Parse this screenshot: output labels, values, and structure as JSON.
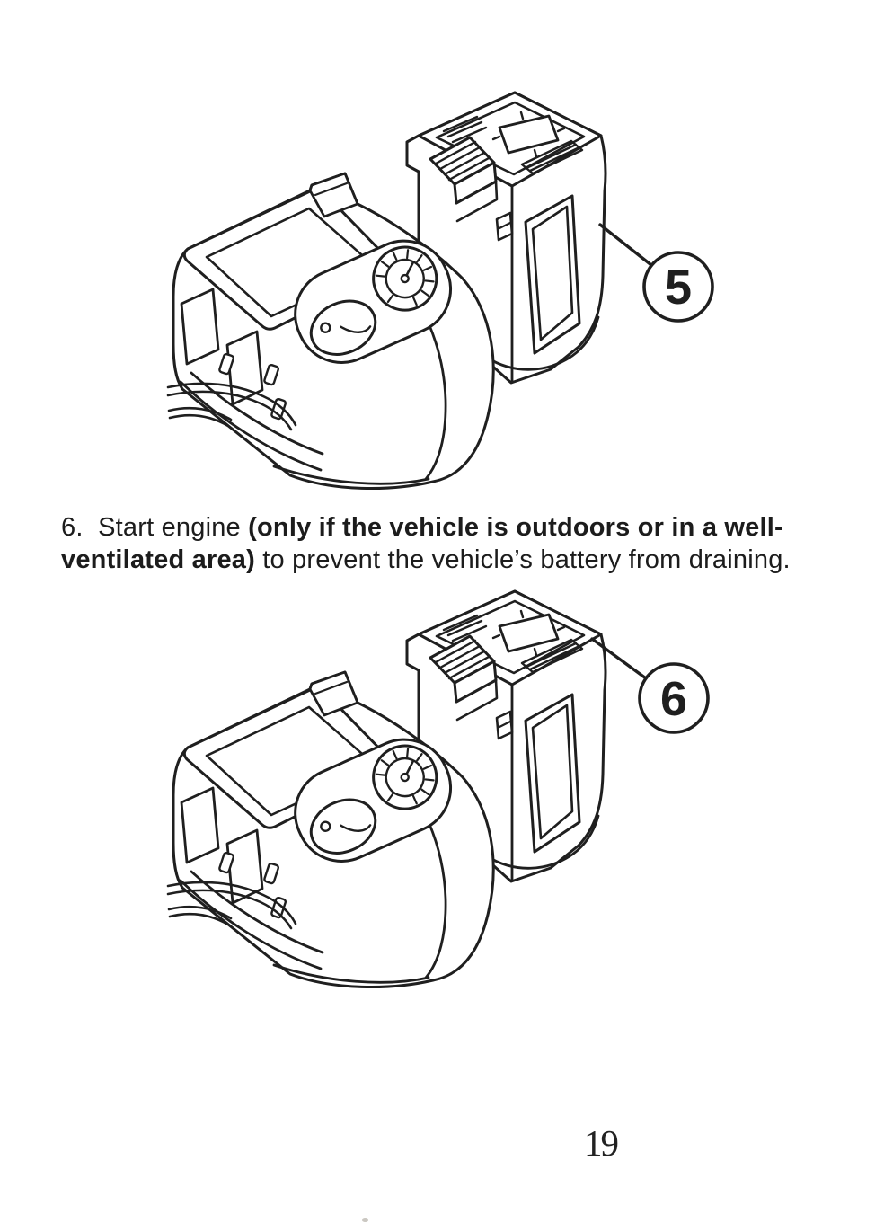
{
  "colors": {
    "ink": "#1f1f1f",
    "paper": "#ffffff"
  },
  "instruction": {
    "normal_1": "6.  Start engine ",
    "bold_1": "(only if the vehicle is outdoors or in a well-",
    "bold_2": "ventilated area)",
    "normal_2": " to prevent the vehicle’s battery from draining."
  },
  "figures": {
    "top": {
      "callout_label": "5"
    },
    "bottom": {
      "callout_label": "6"
    }
  },
  "page_number": "19"
}
